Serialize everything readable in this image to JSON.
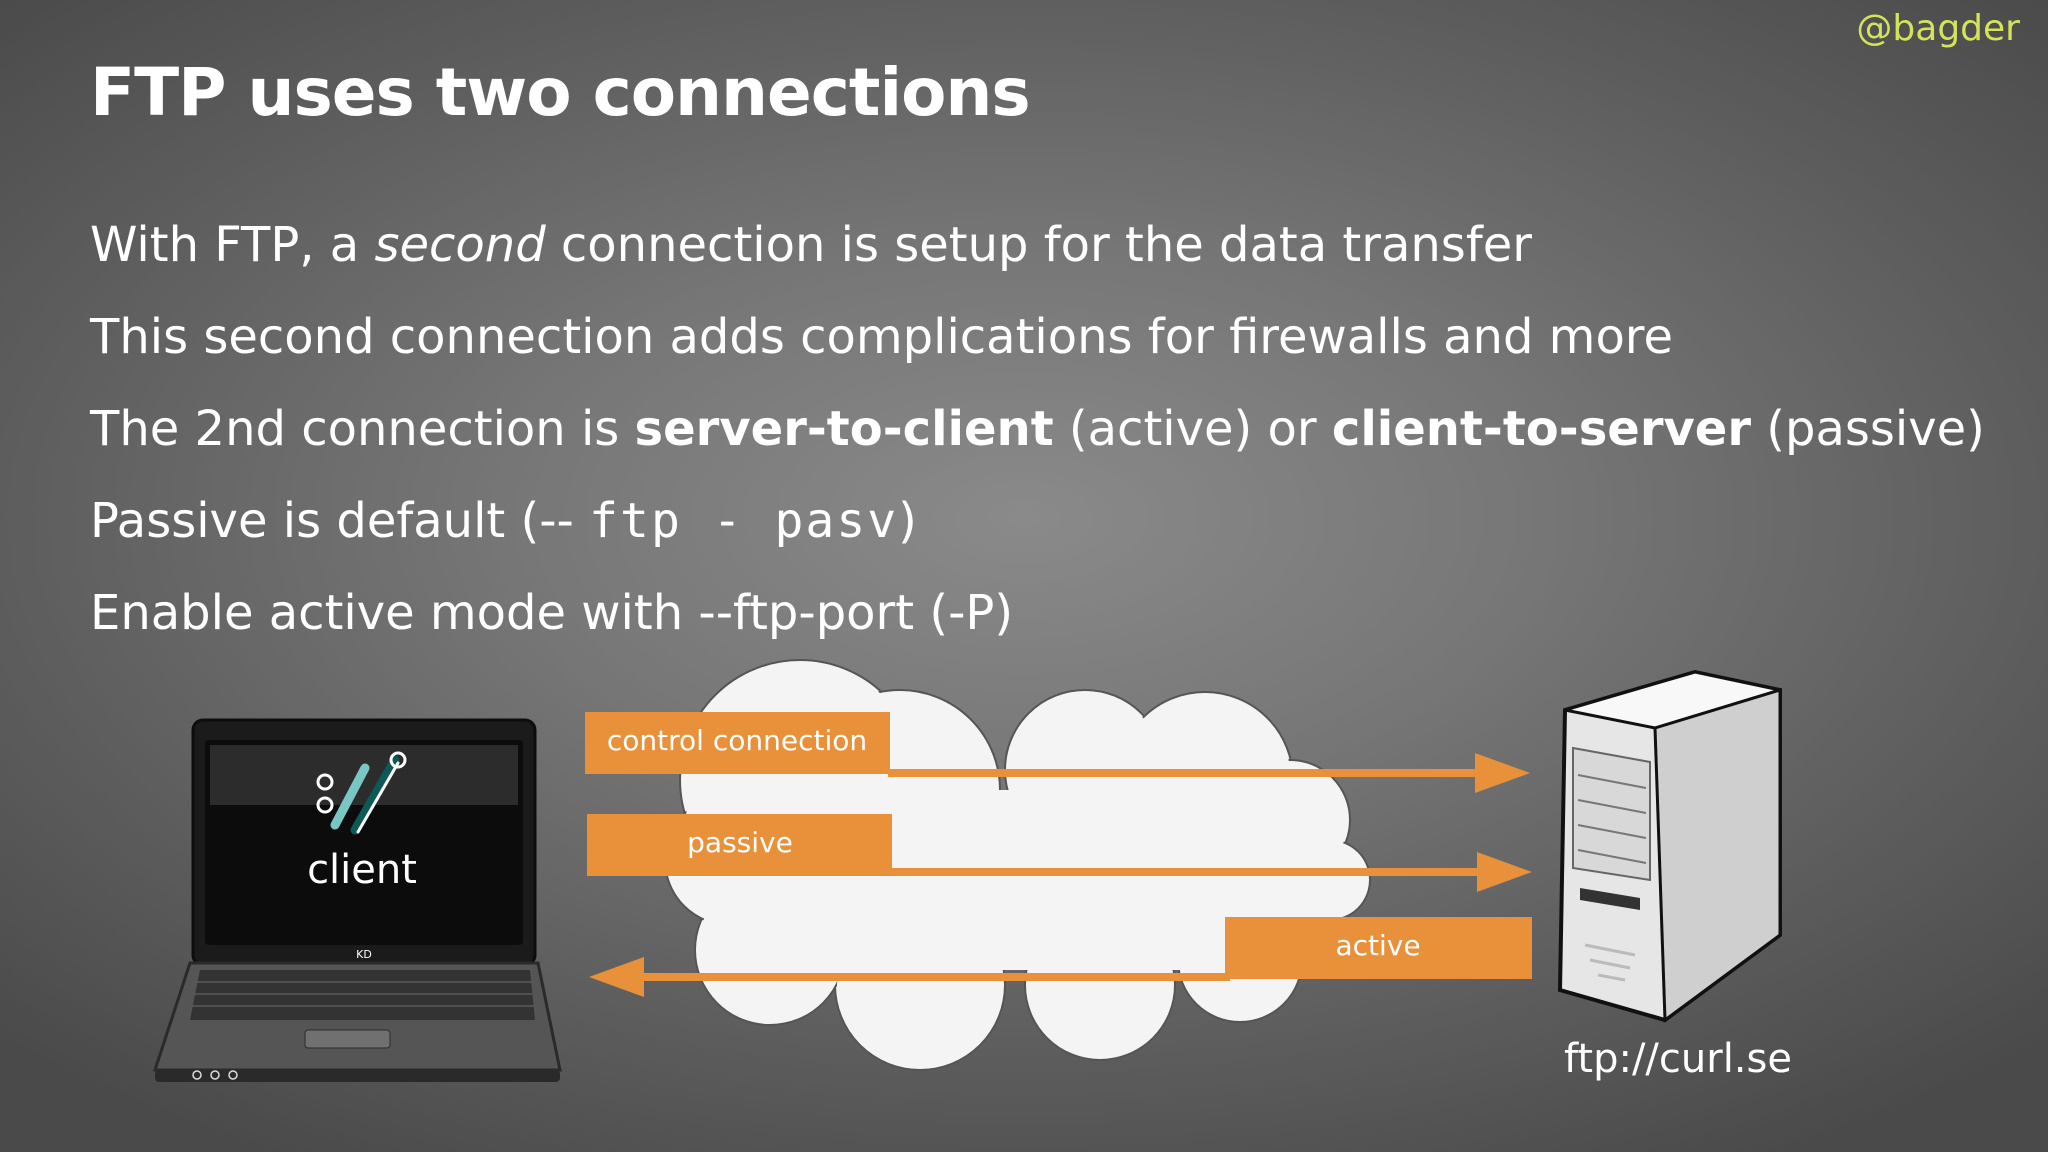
{
  "handle": "@bagder",
  "title": "FTP uses two connections",
  "bullets": {
    "b1": {
      "pre": "With FTP, a ",
      "em": "second",
      "post": " connection is setup for the data transfer"
    },
    "b2": {
      "text": "This second connection adds complications for firewalls and more"
    },
    "b3": {
      "pre": "The 2nd connection is ",
      "strong1": "server-to-client",
      "mid": " (active) or ",
      "strong2": "client-to-server",
      "post": " (passive)"
    },
    "b4": {
      "pre": "Passive is default (",
      "dash": "-- ",
      "code": "ftp - pasv",
      "post": ")"
    },
    "b5": {
      "text": "Enable active mode with --ftp-port (-P)"
    }
  },
  "diagram": {
    "client_label": "client",
    "laptop_brand": "KD",
    "server_label": "ftp://curl.se",
    "connections": {
      "control": "control connection",
      "passive": "passive",
      "active": "active"
    },
    "colors": {
      "arrow": "#e8913a",
      "handle": "#d4e35a",
      "cloud": "#f4f4f4"
    }
  }
}
